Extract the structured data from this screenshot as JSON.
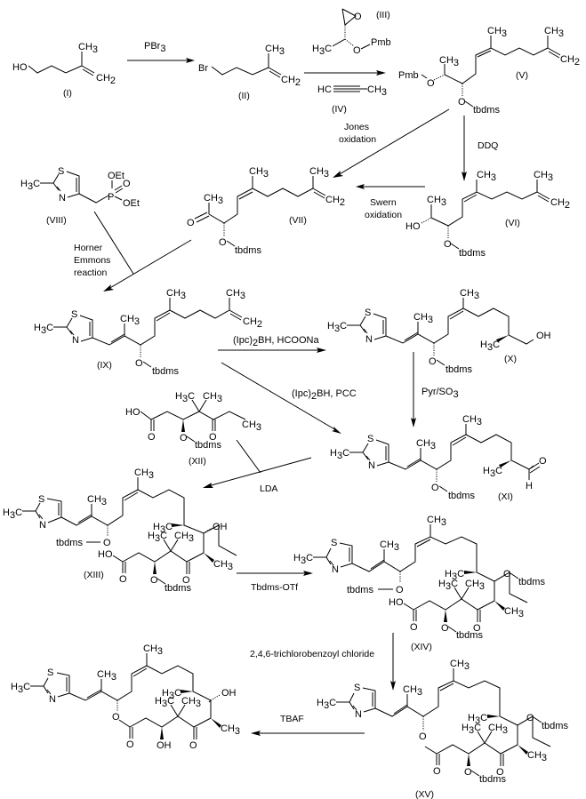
{
  "diagram": {
    "title": "Synthesis scheme (epothilone-type macrolide)",
    "compounds": {
      "I": {
        "label": "(I)",
        "groups": [
          "HO",
          "CH3",
          "CH2"
        ]
      },
      "II": {
        "label": "(II)",
        "groups": [
          "Br",
          "CH3",
          "CH2"
        ]
      },
      "III": {
        "label": "(III)",
        "groups": [
          "O",
          "H3C",
          "O",
          "Pmb"
        ]
      },
      "IV": {
        "label": "(IV)",
        "groups": [
          "HC",
          "CH3"
        ]
      },
      "V": {
        "label": "(V)",
        "groups": [
          "Pmb",
          "O",
          "CH3",
          "CH3",
          "CH3",
          "CH2",
          "O",
          "tbdms"
        ]
      },
      "VI": {
        "label": "(VI)",
        "groups": [
          "HO",
          "CH3",
          "CH3",
          "CH3",
          "CH2",
          "O",
          "tbdms"
        ]
      },
      "VII": {
        "label": "(VII)",
        "groups": [
          "O",
          "CH3",
          "CH3",
          "CH3",
          "CH2",
          "O",
          "tbdms"
        ]
      },
      "VIII": {
        "label": "(VIII)",
        "groups": [
          "S",
          "N",
          "H3C",
          "OEt",
          "P",
          "O",
          "OEt"
        ]
      },
      "IX": {
        "label": "(IX)",
        "groups": [
          "S",
          "N",
          "H3C",
          "CH3",
          "CH3",
          "CH3",
          "CH2",
          "O",
          "tbdms"
        ]
      },
      "X": {
        "label": "(X)",
        "groups": [
          "S",
          "N",
          "H3C",
          "CH3",
          "CH3",
          "H3C",
          "OH",
          "O",
          "tbdms"
        ]
      },
      "XI": {
        "label": "(XI)",
        "groups": [
          "S",
          "N",
          "H3C",
          "CH3",
          "CH3",
          "H3C",
          "O",
          "H",
          "O",
          "tbdms"
        ]
      },
      "XII": {
        "label": "(XII)",
        "groups": [
          "HO",
          "O",
          "H3C",
          "CH3",
          "O",
          "CH3",
          "O",
          "tbdms"
        ]
      },
      "XIII": {
        "label": "(XIII)",
        "groups": [
          "S",
          "N",
          "H3C",
          "CH3",
          "CH3",
          "tbdms",
          "O",
          "HO",
          "O",
          "O",
          "tbdms",
          "H3C",
          "CH3",
          "O",
          "H3C",
          "OH",
          "CH3"
        ]
      },
      "XIV": {
        "label": "(XIV)",
        "groups": [
          "S",
          "N",
          "H3C",
          "CH3",
          "CH3",
          "tbdms",
          "O",
          "HO",
          "O",
          "O",
          "tbdms",
          "H3C",
          "CH3",
          "O",
          "H3C",
          "O",
          "tbdms",
          "CH3"
        ]
      },
      "XV": {
        "label": "(XV)",
        "groups": [
          "S",
          "N",
          "H3C",
          "CH3",
          "CH3",
          "O",
          "O",
          "O",
          "tbdms",
          "H3C",
          "CH3",
          "O",
          "H3C",
          "O",
          "tbdms",
          "CH3"
        ]
      },
      "final": {
        "label": "",
        "groups": [
          "S",
          "N",
          "H3C",
          "CH3",
          "CH3",
          "O",
          "O",
          "OH",
          "H3C",
          "CH3",
          "O",
          "H3C",
          "OH",
          "CH3"
        ]
      }
    },
    "reagents": {
      "pbr3": "PBr",
      "pbr3_sub": "3",
      "jones_1": "Jones",
      "jones_2": "oxidation",
      "ddq": "DDQ",
      "swern_1": "Swern",
      "swern_2": "oxidation",
      "he_1": "Horner",
      "he_2": "Emmons",
      "he_3": "reaction",
      "ipc_hcoona_a": "(Ipc)",
      "ipc_hcoona_b": "BH,  HCOONa",
      "ipc_pcc_a": "(Ipc)",
      "ipc_pcc_b": "BH,  PCC",
      "ipc_sub": "2",
      "pyrso3_a": "Pyr/SO",
      "pyrso3_sub": "3",
      "lda": "LDA",
      "tbdmsotf": "Tbdms-OTf",
      "tcbc": "2,4,6-trichlorobenzoyl chloride",
      "tbaf": "TBAF"
    },
    "atoms": {
      "HO": "HO",
      "OH": "OH",
      "Br": "Br",
      "O": "O",
      "S": "S",
      "N": "N",
      "P": "P",
      "H": "H",
      "CH": "CH",
      "C": "C",
      "H3C_H": "H",
      "HC": "HC",
      "Pmb": "Pmb",
      "tbdms": "tbdms",
      "OEt": "OEt",
      "sub2": "2",
      "sub3": "3"
    }
  }
}
